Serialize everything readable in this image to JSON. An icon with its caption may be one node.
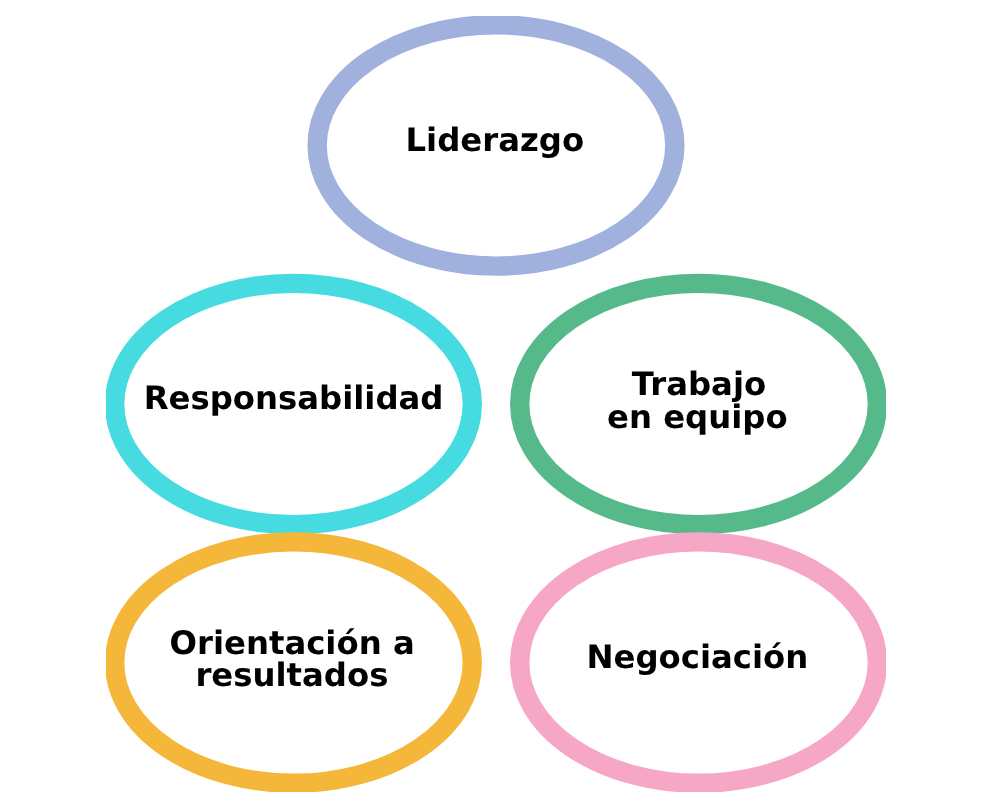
{
  "diagram": {
    "nodes": [
      {
        "text": [
          "Liderazgo"
        ]
      },
      {
        "text": [
          "Responsabilidad"
        ]
      },
      {
        "text": [
          "Trabajo en equipo"
        ]
      },
      {
        "text": [
          "Orientación a resultados"
        ]
      },
      {
        "text": [
          "Negociación"
        ]
      }
    ]
  }
}
